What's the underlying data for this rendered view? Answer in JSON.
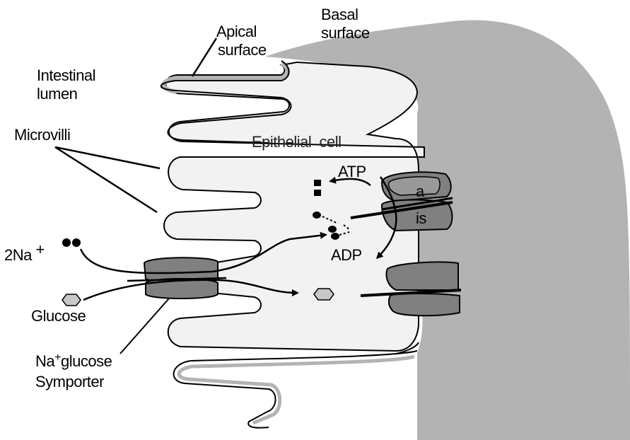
{
  "labels": {
    "apical_line1": "Apical",
    "apical_line2": "surface",
    "basal_line1": "Basal",
    "basal_line2": "surface",
    "lumen_line1": "Intestinal",
    "lumen_line2": "lumen",
    "microvilli": "Microvilli",
    "epithelial_cell": "Epithelial",
    "epithelial_cell_2": "cell",
    "atp": "ATP",
    "adp": "ADP",
    "pump_a": "a",
    "pump_b": "is",
    "sodium": "2Na",
    "sodium_charge": "+",
    "glucose": "Glucose",
    "symporter_line1_a": "Na",
    "symporter_line1_sup": "+",
    "symporter_line1_b": "glucose",
    "symporter_line2": "Symporter"
  },
  "colors": {
    "cell_interior": "#f2f2f2",
    "basal_tissue": "#b3b3b3",
    "protein_dark": "#666666",
    "protein_mid": "#808080",
    "membrane": "#000000"
  }
}
